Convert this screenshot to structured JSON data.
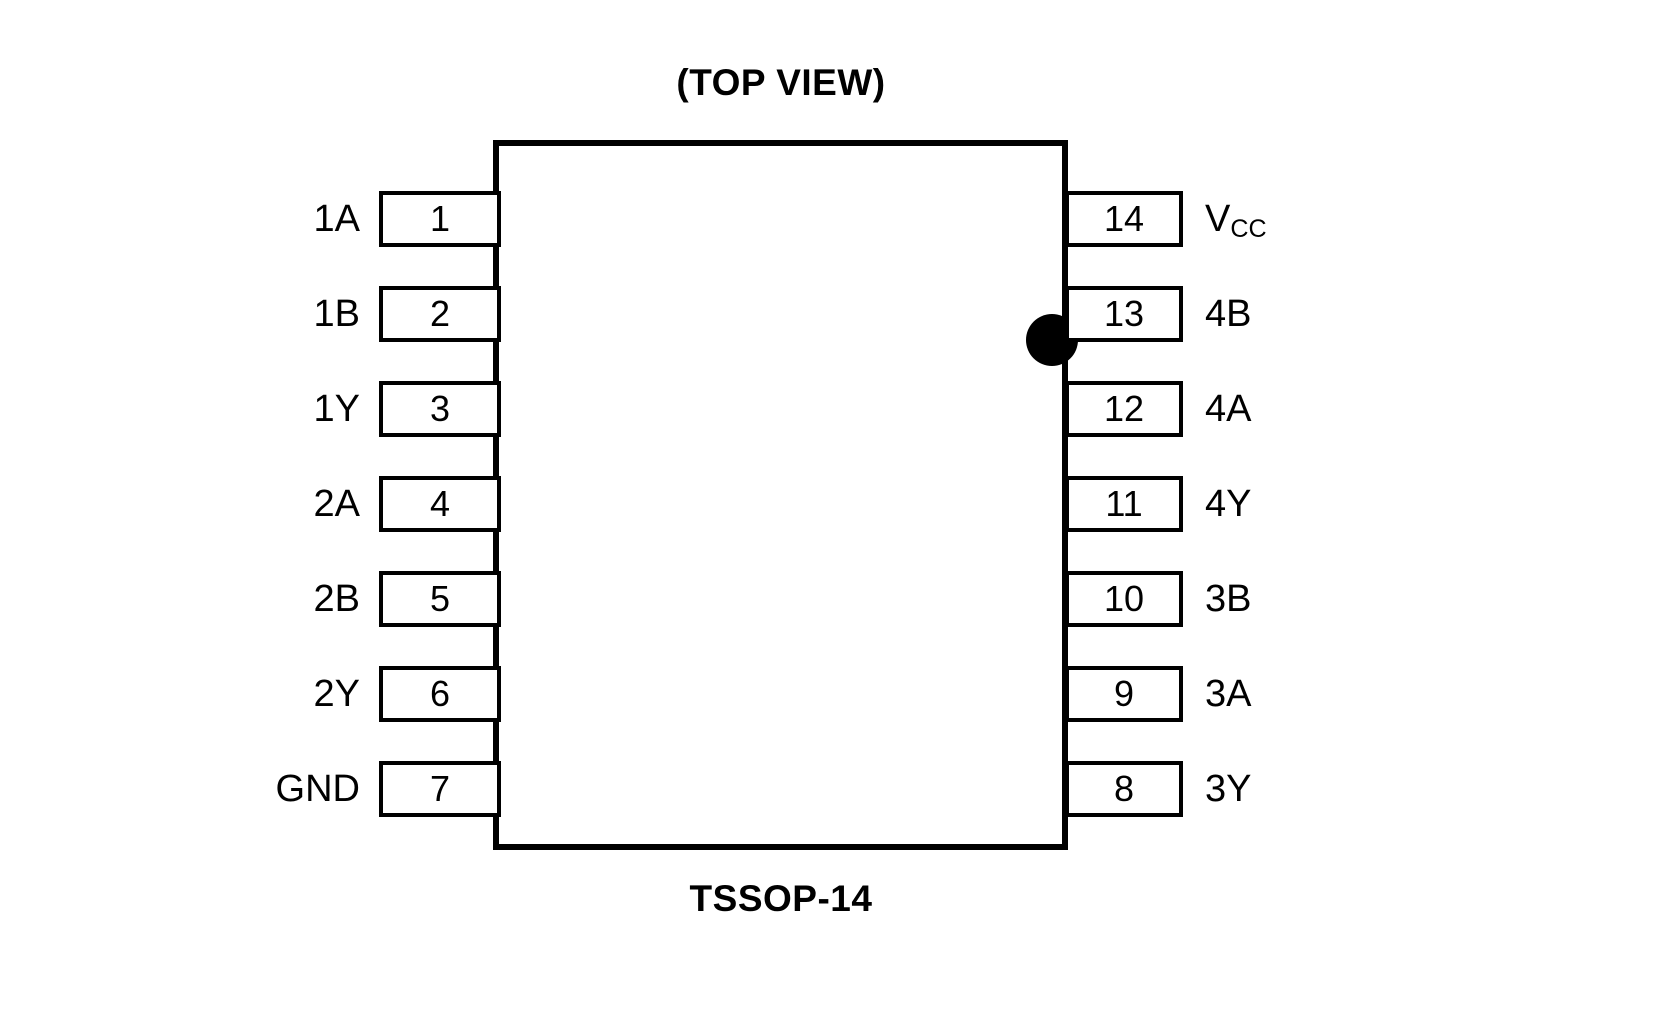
{
  "diagram": {
    "title_top": "(TOP VIEW)",
    "title_bottom": "TSSOP-14",
    "package": "TSSOP-14",
    "pin1_marker": "dot",
    "line_color": "#000000",
    "background_color": "#ffffff",
    "pins_left": [
      {
        "number": "1",
        "name": "1A"
      },
      {
        "number": "2",
        "name": "1B"
      },
      {
        "number": "3",
        "name": "1Y"
      },
      {
        "number": "4",
        "name": "2A"
      },
      {
        "number": "5",
        "name": "2B"
      },
      {
        "number": "6",
        "name": "2Y"
      },
      {
        "number": "7",
        "name": "GND"
      }
    ],
    "pins_right": [
      {
        "number": "14",
        "name": "V",
        "sub": "CC"
      },
      {
        "number": "13",
        "name": "4B",
        "sub": ""
      },
      {
        "number": "12",
        "name": "4A",
        "sub": ""
      },
      {
        "number": "11",
        "name": "4Y",
        "sub": ""
      },
      {
        "number": "10",
        "name": "3B",
        "sub": ""
      },
      {
        "number": "9",
        "name": "3A",
        "sub": ""
      },
      {
        "number": "8",
        "name": "3Y",
        "sub": ""
      }
    ]
  }
}
